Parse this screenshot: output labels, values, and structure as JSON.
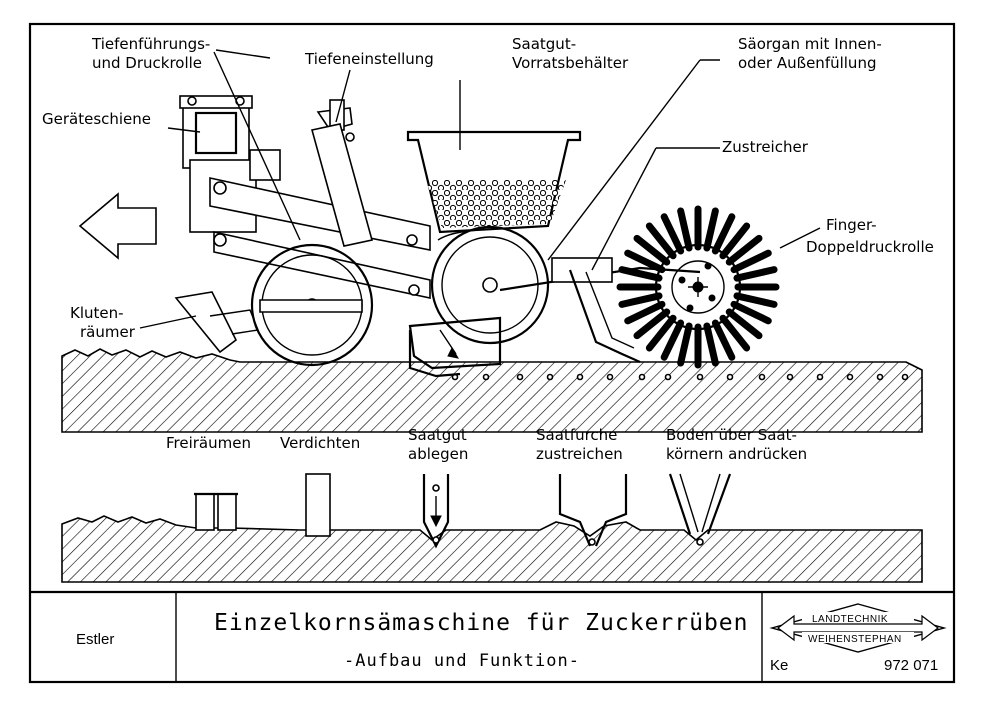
{
  "labels": {
    "tiefenfuehrung_1": "Tiefenführungs-",
    "tiefenfuehrung_2": "und Druckrolle",
    "tiefeneinstellung": "Tiefeneinstellung",
    "saatgut_1": "Saatgut-",
    "saatgut_2": "Vorratsbehälter",
    "saeorgan_1": "Säorgan mit Innen-",
    "saeorgan_2": "oder Außenfüllung",
    "geraeteschiene": "Geräteschiene",
    "zustreicher": "Zustreicher",
    "finger_1": "Finger-",
    "finger_2": "Doppeldruckrolle",
    "kluten_1": "Kluten-",
    "kluten_2": "räumer"
  },
  "steps": {
    "freiraeumen": "Freiräumen",
    "verdichten": "Verdichten",
    "ablegen_1": "Saatgut",
    "ablegen_2": "ablegen",
    "zustreichen_1": "Saatfurche",
    "zustreichen_2": "zustreichen",
    "andruecken_1": "Boden über Saat-",
    "andruecken_2": "körnern andrücken"
  },
  "title_block": {
    "author": "Estler",
    "title": "Einzelkornsämaschine für Zuckerrüben",
    "subtitle": "-Aufbau und Funktion-",
    "logo_line1": "LANDTECHNIK",
    "logo_line2": "WEIHENSTEPHAN",
    "code": "Ke",
    "number": "972 071"
  }
}
